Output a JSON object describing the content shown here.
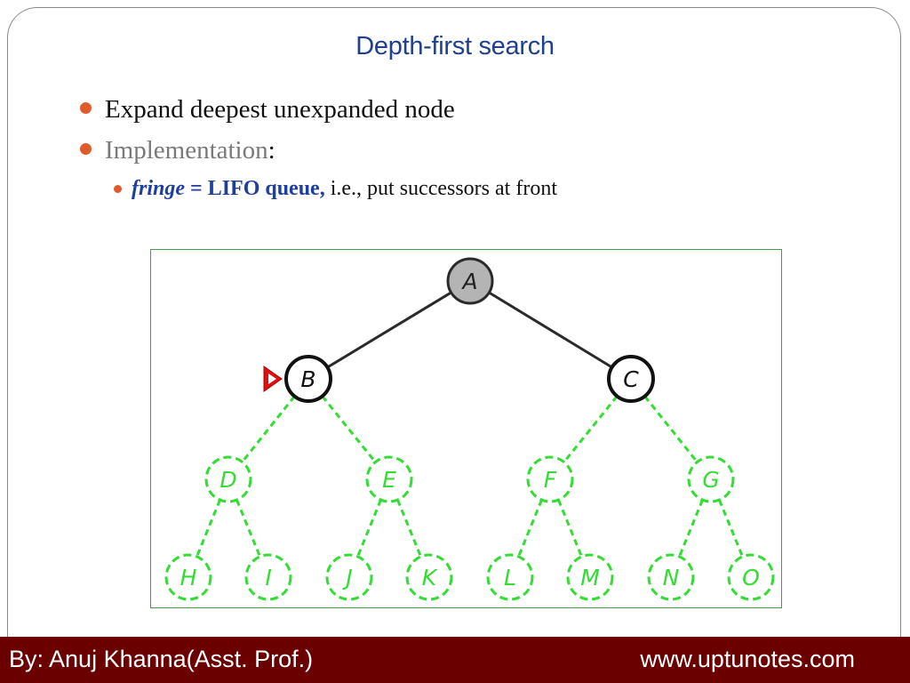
{
  "slide": {
    "title": "Depth-first search",
    "bullets": [
      {
        "text": "Expand deepest unexpanded node"
      },
      {
        "label": "Implementation",
        "suffix": ":"
      }
    ],
    "sub_bullet": {
      "term": "fringe",
      "equals": "=",
      "value": "LIFO queue,",
      "rest": "i.e., put successors at front"
    }
  },
  "tree": {
    "nodes": [
      {
        "id": "A",
        "label": "A",
        "state": "expanded"
      },
      {
        "id": "B",
        "label": "B",
        "state": "fringe"
      },
      {
        "id": "C",
        "label": "C",
        "state": "fringe"
      },
      {
        "id": "D",
        "label": "D",
        "state": "unexplored"
      },
      {
        "id": "E",
        "label": "E",
        "state": "unexplored"
      },
      {
        "id": "F",
        "label": "F",
        "state": "unexplored"
      },
      {
        "id": "G",
        "label": "G",
        "state": "unexplored"
      },
      {
        "id": "H",
        "label": "H",
        "state": "unexplored"
      },
      {
        "id": "I",
        "label": "I",
        "state": "unexplored"
      },
      {
        "id": "J",
        "label": "J",
        "state": "unexplored"
      },
      {
        "id": "K",
        "label": "K",
        "state": "unexplored"
      },
      {
        "id": "L",
        "label": "L",
        "state": "unexplored"
      },
      {
        "id": "M",
        "label": "M",
        "state": "unexplored"
      },
      {
        "id": "N",
        "label": "N",
        "state": "unexplored"
      },
      {
        "id": "O",
        "label": "O",
        "state": "unexplored"
      }
    ],
    "edges": [
      [
        "A",
        "B"
      ],
      [
        "A",
        "C"
      ],
      [
        "B",
        "D"
      ],
      [
        "B",
        "E"
      ],
      [
        "C",
        "F"
      ],
      [
        "C",
        "G"
      ],
      [
        "D",
        "H"
      ],
      [
        "D",
        "I"
      ],
      [
        "E",
        "J"
      ],
      [
        "E",
        "K"
      ],
      [
        "F",
        "L"
      ],
      [
        "F",
        "M"
      ],
      [
        "G",
        "N"
      ],
      [
        "G",
        "O"
      ]
    ],
    "current": "B",
    "colors": {
      "expanded_fill": "#b4b4b4",
      "expanded_stroke": "#2a2a2a",
      "fringe_fill": "#ffffff",
      "fringe_stroke": "#111111",
      "unexplored_stroke": "#33dd33",
      "marker": "#e01010"
    }
  },
  "footer": {
    "author": "By: Anuj Khanna(Asst. Prof.)",
    "site": "www.uptunotes.com"
  }
}
